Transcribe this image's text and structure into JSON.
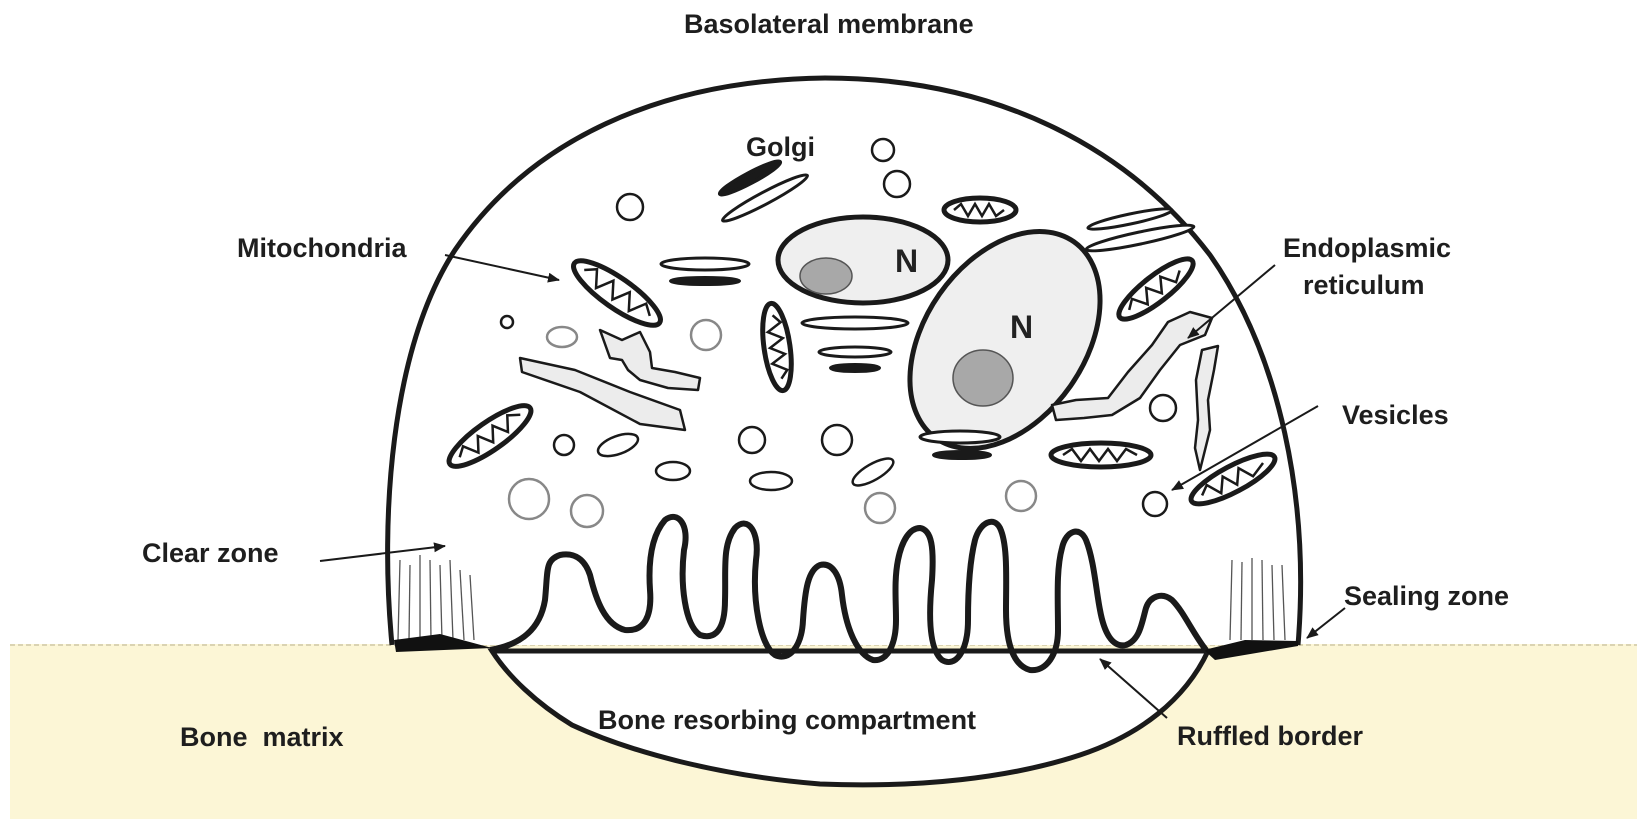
{
  "labels": {
    "basolateral_membrane": "Basolateral membrane",
    "golgi": "Golgi",
    "mitochondria": "Mitochondria",
    "endoplasmic_reticulum_line1": "Endoplasmic",
    "endoplasmic_reticulum_line2": "reticulum",
    "vesicles": "Vesicles",
    "clear_zone": "Clear zone",
    "sealing_zone": "Sealing zone",
    "bone_matrix": "Bone  matrix",
    "bone_resorbing_compartment": "Bone resorbing compartment",
    "ruffled_border": "Ruffled border",
    "nucleus_1": "N",
    "nucleus_2": "N"
  },
  "colors": {
    "bone_matrix_fill": "#fcf6d6",
    "cell_fill": "#ffffff",
    "outline": "#1a1a1a",
    "organelle_fill": "#ececec",
    "nucleolus_fill": "#a8a8a8",
    "nucleus_fill": "#efefef"
  }
}
